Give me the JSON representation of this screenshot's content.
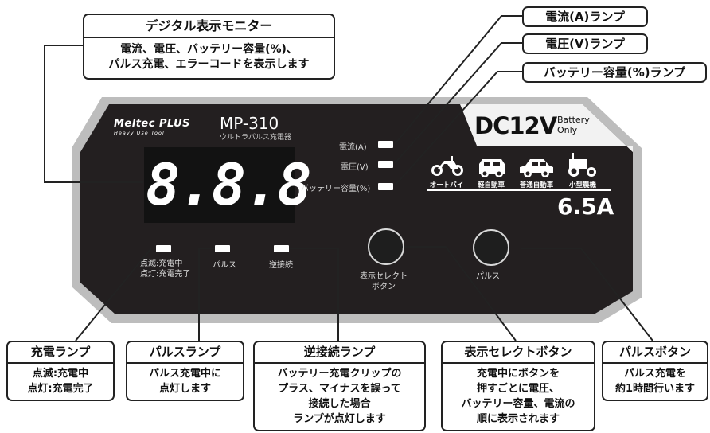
{
  "monitor_callout": {
    "title": "デジタル表示モニター",
    "lines": [
      "電流、電圧、バッテリー容量(%)、",
      "パルス充電、エラーコードを表示します"
    ]
  },
  "top_callouts": [
    "電流(A)ランプ",
    "電圧(V)ランプ",
    "バッテリー容量(%)ランプ"
  ],
  "device": {
    "brand": "Meltec PLUS",
    "brand_sub": "Heavy Use Tool",
    "model": "MP-310",
    "model_sub": "ウルトラパルス充電器",
    "display": "8.8.8",
    "indicator_labels": [
      "電流(A)",
      "電圧(V)",
      "バッテリー容量(%)"
    ],
    "dc_rating": "DC12V",
    "battery_only": [
      "Battery",
      "Only"
    ],
    "vehicles": [
      "オートバイ",
      "軽自動車",
      "普通自動車",
      "小型農機"
    ],
    "amperage": "6.5A",
    "lamp_labels": {
      "charge": [
        "点滅:充電中",
        "点灯:充電完了"
      ],
      "pulse": "パルス",
      "reverse": "逆接続"
    },
    "button_labels": {
      "select": [
        "表示セレクト",
        "ボタン"
      ],
      "pulse": "パルス"
    }
  },
  "bottom_callouts": [
    {
      "title": "充電ランプ",
      "lines": [
        "点滅:充電中",
        "点灯:充電完了"
      ]
    },
    {
      "title": "パルスランプ",
      "lines": [
        "パルス充電中に",
        "点灯します"
      ]
    },
    {
      "title": "逆接続ランプ",
      "lines": [
        "バッテリー充電クリップの",
        "プラス、マイナスを誤って",
        "接続した場合",
        "ランプが点灯します"
      ]
    },
    {
      "title": "表示セレクトボタン",
      "lines": [
        "充電中にボタンを",
        "押すごとに電圧、",
        "バッテリー容量、電流の",
        "順に表示されます"
      ]
    },
    {
      "title": "パルスボタン",
      "lines": [
        "パルス充電を",
        "約1時間行います"
      ]
    }
  ],
  "colors": {
    "panel": "#231f20",
    "bezel": "#bdbdbd",
    "label_bg": "#f2f2f2"
  }
}
